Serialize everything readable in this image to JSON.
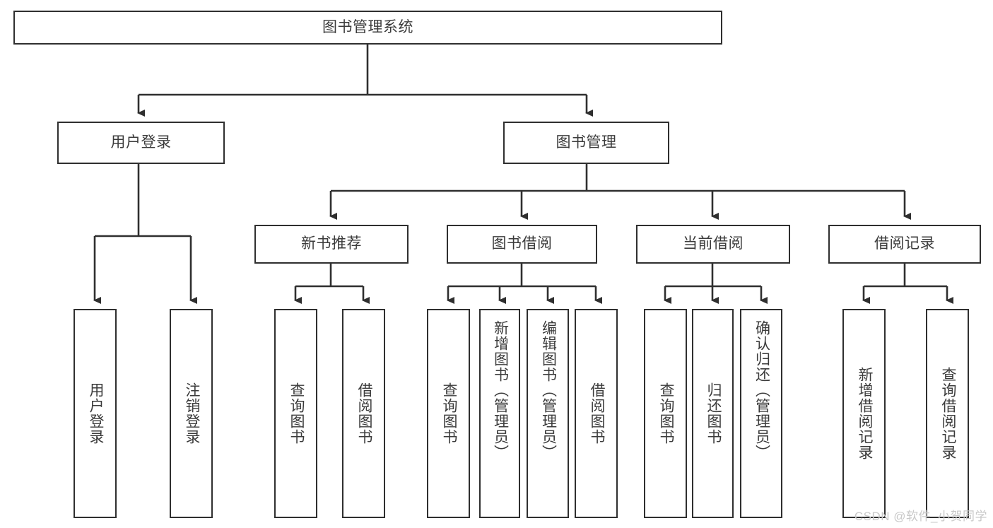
{
  "diagram": {
    "title": "图书管理系统",
    "type": "功能结构图",
    "watermark": "CSDN @软件_小贺同学",
    "colors": {
      "border": "#2f2f2f",
      "text": "#3b3b3b",
      "background": "#ffffff",
      "edge": "#2f2f2f",
      "watermark": "#c8c8c8"
    }
  },
  "nodes": {
    "root": {
      "label": "图书管理系统"
    },
    "level2": [
      {
        "id": "user-login",
        "label": "用户登录"
      },
      {
        "id": "book-manage",
        "label": "图书管理"
      }
    ],
    "level3": [
      {
        "id": "new-book-recommend",
        "label": "新书推荐"
      },
      {
        "id": "book-borrow",
        "label": "图书借阅"
      },
      {
        "id": "current-borrow",
        "label": "当前借阅"
      },
      {
        "id": "borrow-record",
        "label": "借阅记录"
      }
    ],
    "leaves": {
      "user-login": [
        {
          "id": "leaf-user-login",
          "label": "用户登录"
        },
        {
          "id": "leaf-logout-login",
          "label": "注销登录"
        }
      ],
      "new-book-recommend": [
        {
          "id": "leaf-query-book-1",
          "label": "查询图书"
        },
        {
          "id": "leaf-borrow-book-1",
          "label": "借阅图书"
        }
      ],
      "book-borrow": [
        {
          "id": "leaf-query-book-2",
          "label": "查询图书"
        },
        {
          "id": "leaf-add-book",
          "label": "新增图书（管理员）"
        },
        {
          "id": "leaf-edit-book",
          "label": "编辑图书（管理员）"
        },
        {
          "id": "leaf-borrow-book-2",
          "label": "借阅图书"
        }
      ],
      "current-borrow": [
        {
          "id": "leaf-query-book-3",
          "label": "查询图书"
        },
        {
          "id": "leaf-return-book",
          "label": "归还图书"
        },
        {
          "id": "leaf-confirm-return",
          "label": "确认归还（管理员）"
        }
      ],
      "borrow-record": [
        {
          "id": "leaf-add-record",
          "label": "新增借阅记录"
        },
        {
          "id": "leaf-query-record",
          "label": "查询借阅记录"
        }
      ]
    }
  }
}
